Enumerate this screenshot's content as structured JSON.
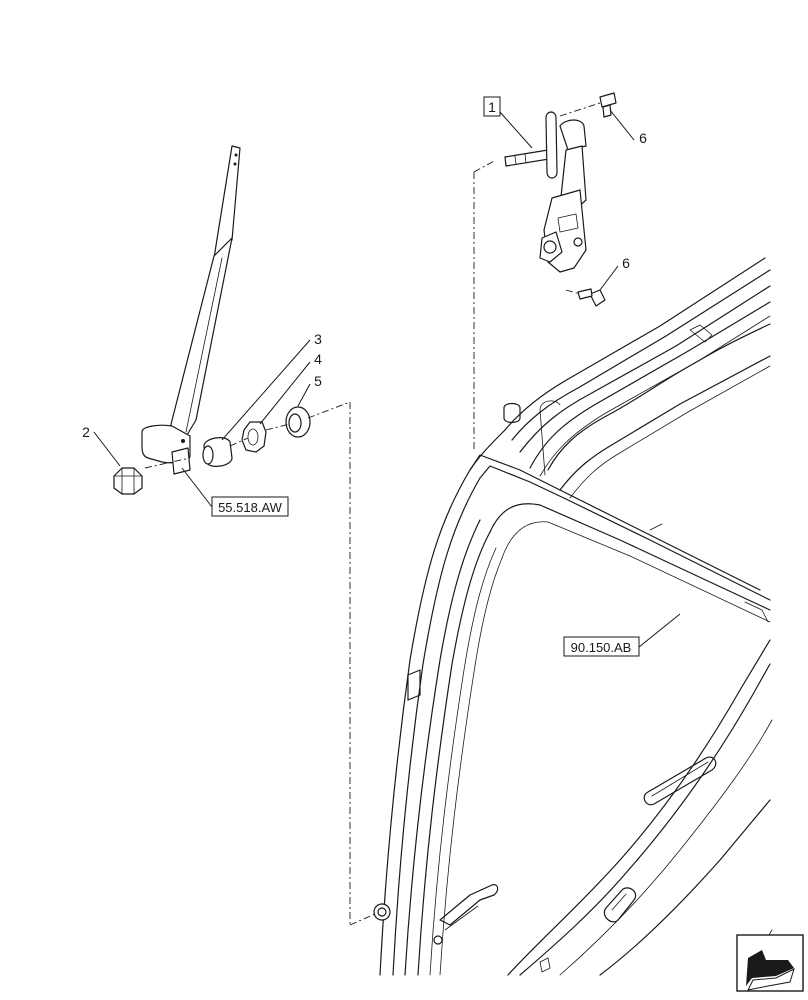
{
  "callouts": {
    "item_1": "1",
    "item_2": "2",
    "item_3": "3",
    "item_4": "4",
    "item_5": "5",
    "item_6_upper": "6",
    "item_6_lower": "6"
  },
  "references": {
    "wiper_arm_ref": "55.518.AW",
    "cab_ref": "90.150.AB"
  },
  "icons": {
    "navigation": "back-arrow-icon"
  },
  "colors": {
    "line": "#1a1a1a",
    "background": "#ffffff"
  }
}
